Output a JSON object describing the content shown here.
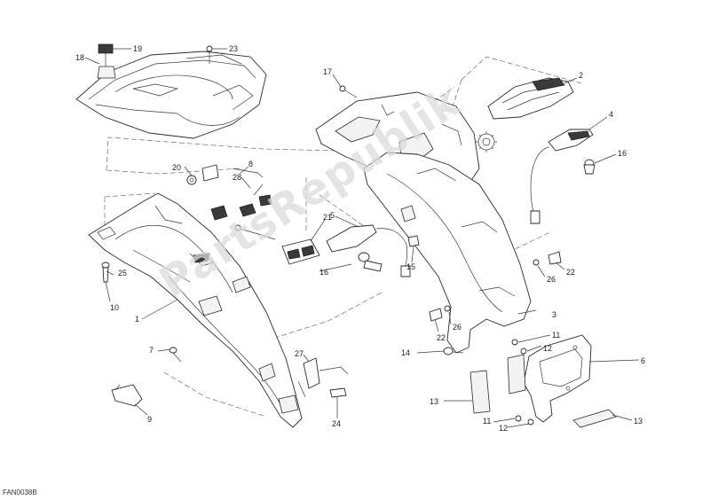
{
  "diagram": {
    "drawing_code": "FAN0038B",
    "watermark": "PartsRepublik",
    "callouts": [
      "1",
      "2",
      "3",
      "4",
      "5",
      "6",
      "7",
      "8",
      "9",
      "10",
      "11",
      "11",
      "12",
      "12",
      "13",
      "13",
      "14",
      "15",
      "16",
      "16",
      "17",
      "18",
      "19",
      "20",
      "21",
      "22",
      "22",
      "23",
      "24",
      "25",
      "26",
      "26",
      "27",
      "28"
    ]
  }
}
